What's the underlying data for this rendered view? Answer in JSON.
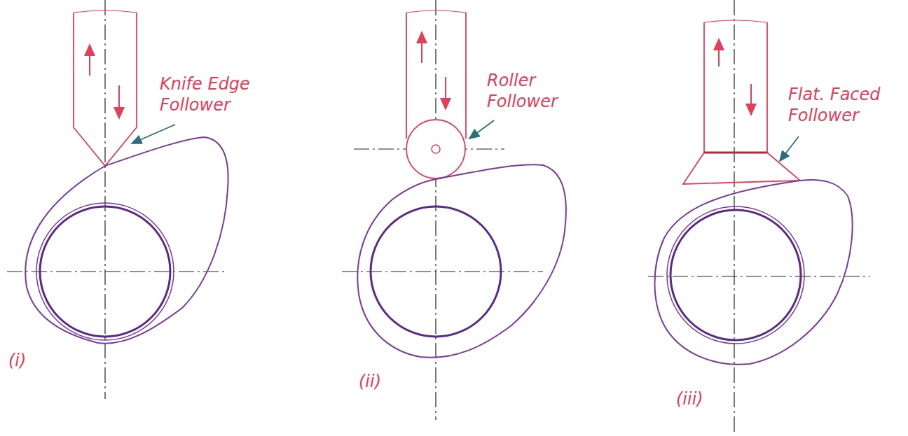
{
  "diagram": {
    "labels": [
      "Knife Edge Follower",
      "Roller Follower",
      "Flat. Faced Follower",
      "(i)",
      "(ii)",
      "(iii)"
    ]
  }
}
